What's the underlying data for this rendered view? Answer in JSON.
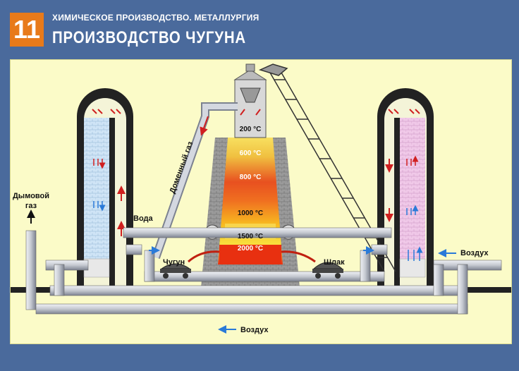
{
  "header": {
    "number": "11",
    "subtitle": "ХИМИЧЕСКОЕ ПРОИЗВОДСТВО. МЕТАЛЛУРГИЯ",
    "title": "ПРОИЗВОДСТВО ЧУГУНА"
  },
  "labels": {
    "smoke_gas_line1": "Дымовой",
    "smoke_gas_line2": "газ",
    "blast_gas": "Доменный газ",
    "water": "Вода",
    "pig_iron": "Чугун",
    "slag": "Шлак",
    "air_right": "Воздух",
    "air_bottom": "Воздух"
  },
  "temperatures": [
    "200 °C",
    "600 °C",
    "800 °C",
    "1000 °C",
    "1500 °C",
    "2000 °C"
  ],
  "colors": {
    "background": "#4a6a9c",
    "badge": "#e87a1a",
    "panel": "#fbfbc8",
    "pipe": "#c8ccd4",
    "flow_hot": "#d02020",
    "flow_cold": "#2a7ad8"
  }
}
